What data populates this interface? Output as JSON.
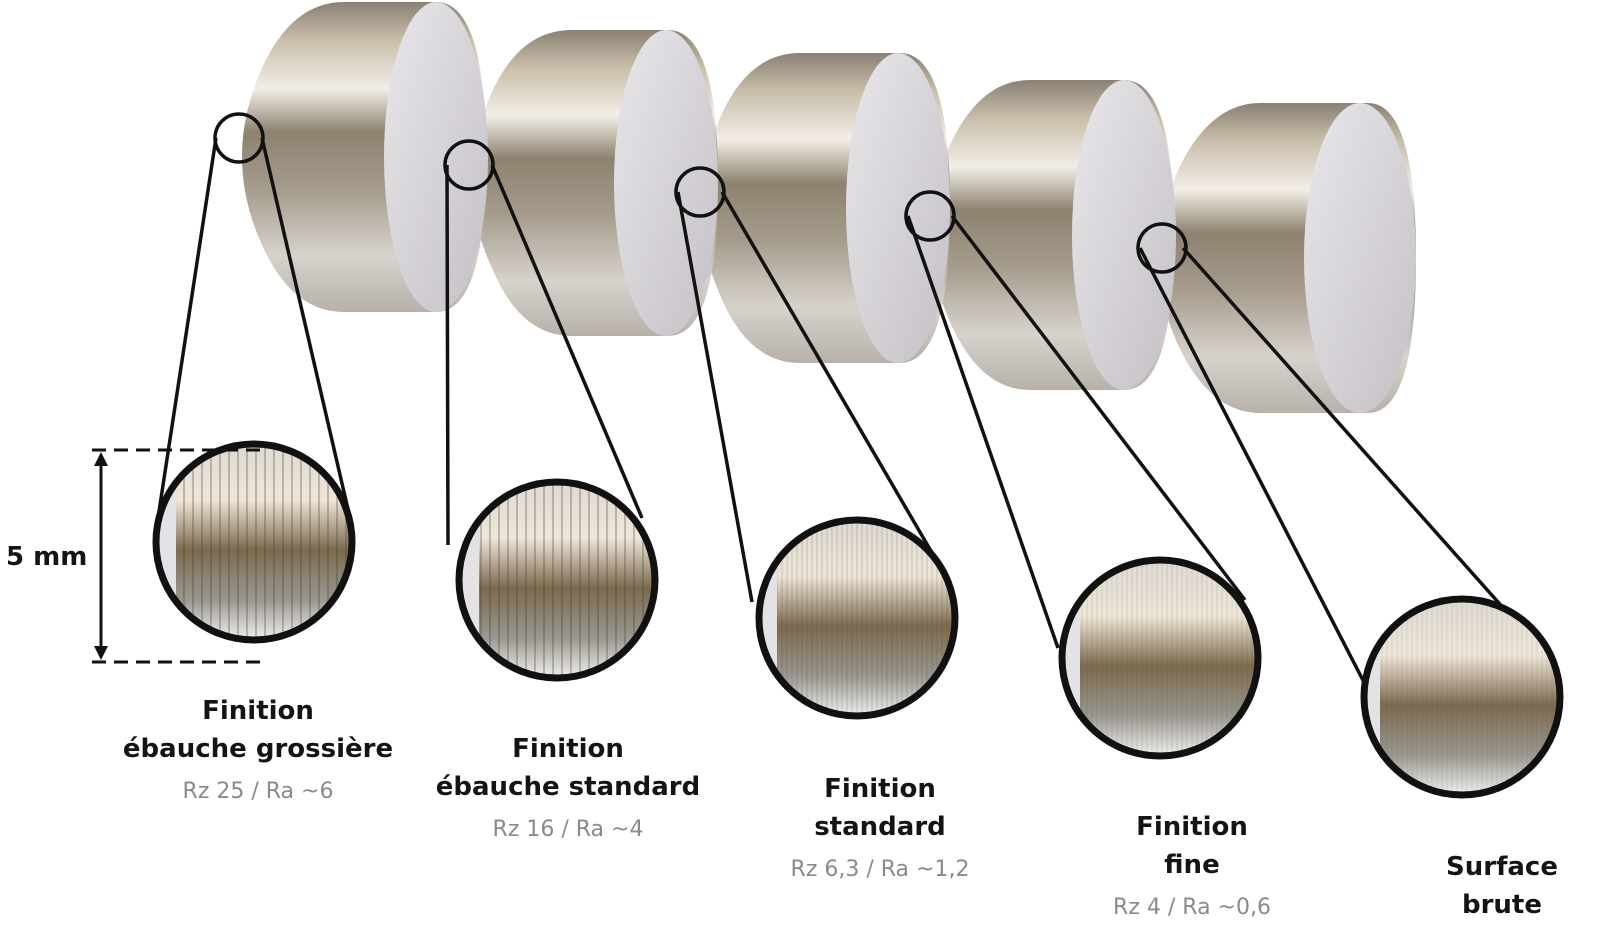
{
  "dimension": {
    "label": "5 mm"
  },
  "samples": [
    {
      "title_line1": "Finition",
      "title_line2": "ébauche grossière",
      "roughness": "Rz 25 / Ra ~6"
    },
    {
      "title_line1": "Finition",
      "title_line2": "ébauche standard",
      "roughness": "Rz 16 / Ra ~4"
    },
    {
      "title_line1": "Finition",
      "title_line2": "standard",
      "roughness": "Rz 6,3 / Ra ~1,2"
    },
    {
      "title_line1": "Finition",
      "title_line2": "fine",
      "roughness": "Rz 4 / Ra ~0,6"
    },
    {
      "title_line1": "Surface",
      "title_line2": "brute",
      "roughness": ""
    }
  ],
  "colors": {
    "text": "#141414",
    "muted": "#8a8a8a",
    "line": "#111111"
  }
}
